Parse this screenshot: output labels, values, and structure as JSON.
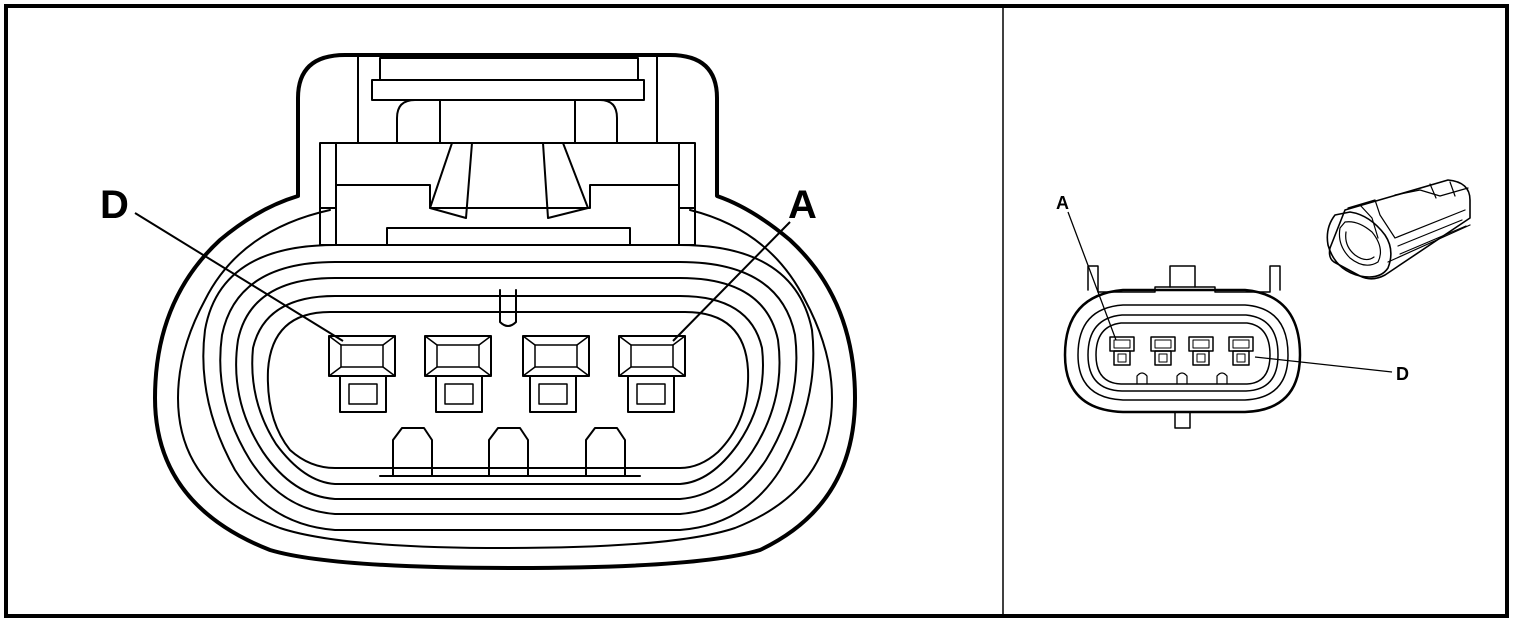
{
  "diagram": {
    "main_view": {
      "label_left": "D",
      "label_right": "A"
    },
    "side_view": {
      "label_left": "A",
      "label_right": "D"
    }
  },
  "colors": {
    "line": "#000000",
    "background": "#ffffff"
  }
}
